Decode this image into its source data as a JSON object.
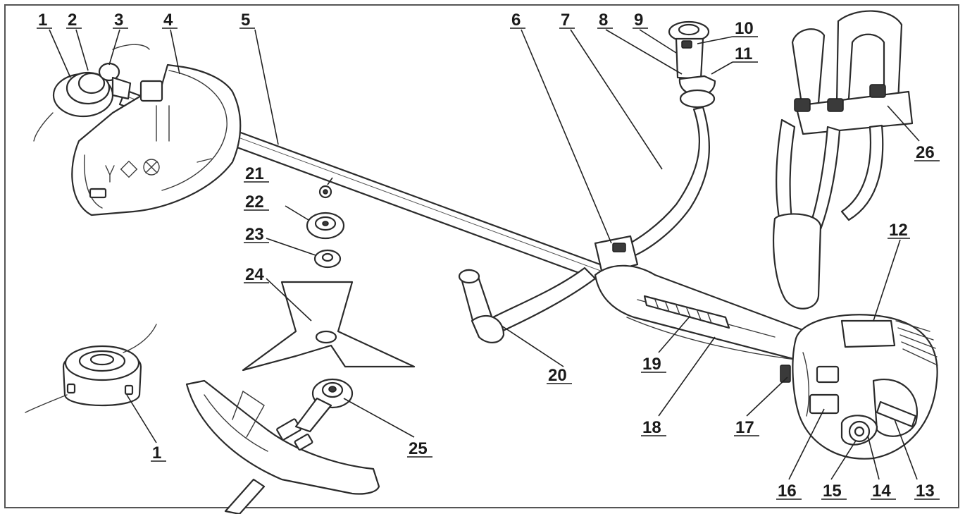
{
  "callouts": [
    {
      "id": "c1a",
      "label": "1"
    },
    {
      "id": "c2",
      "label": "2"
    },
    {
      "id": "c3",
      "label": "3"
    },
    {
      "id": "c4",
      "label": "4"
    },
    {
      "id": "c5",
      "label": "5"
    },
    {
      "id": "c6",
      "label": "6"
    },
    {
      "id": "c7",
      "label": "7"
    },
    {
      "id": "c8",
      "label": "8"
    },
    {
      "id": "c9",
      "label": "9"
    },
    {
      "id": "c10",
      "label": "10"
    },
    {
      "id": "c11",
      "label": "11"
    },
    {
      "id": "c12",
      "label": "12"
    },
    {
      "id": "c13",
      "label": "13"
    },
    {
      "id": "c14",
      "label": "14"
    },
    {
      "id": "c15",
      "label": "15"
    },
    {
      "id": "c16",
      "label": "16"
    },
    {
      "id": "c17",
      "label": "17"
    },
    {
      "id": "c18",
      "label": "18"
    },
    {
      "id": "c19",
      "label": "19"
    },
    {
      "id": "c20",
      "label": "20"
    },
    {
      "id": "c21",
      "label": "21"
    },
    {
      "id": "c22",
      "label": "22"
    },
    {
      "id": "c23",
      "label": "23"
    },
    {
      "id": "c24",
      "label": "24"
    },
    {
      "id": "c25",
      "label": "25"
    },
    {
      "id": "c26",
      "label": "26"
    },
    {
      "id": "c1b",
      "label": "1"
    }
  ],
  "colors": {
    "line": "#2b2b2b",
    "frame": "#555555",
    "background": "#ffffff"
  }
}
